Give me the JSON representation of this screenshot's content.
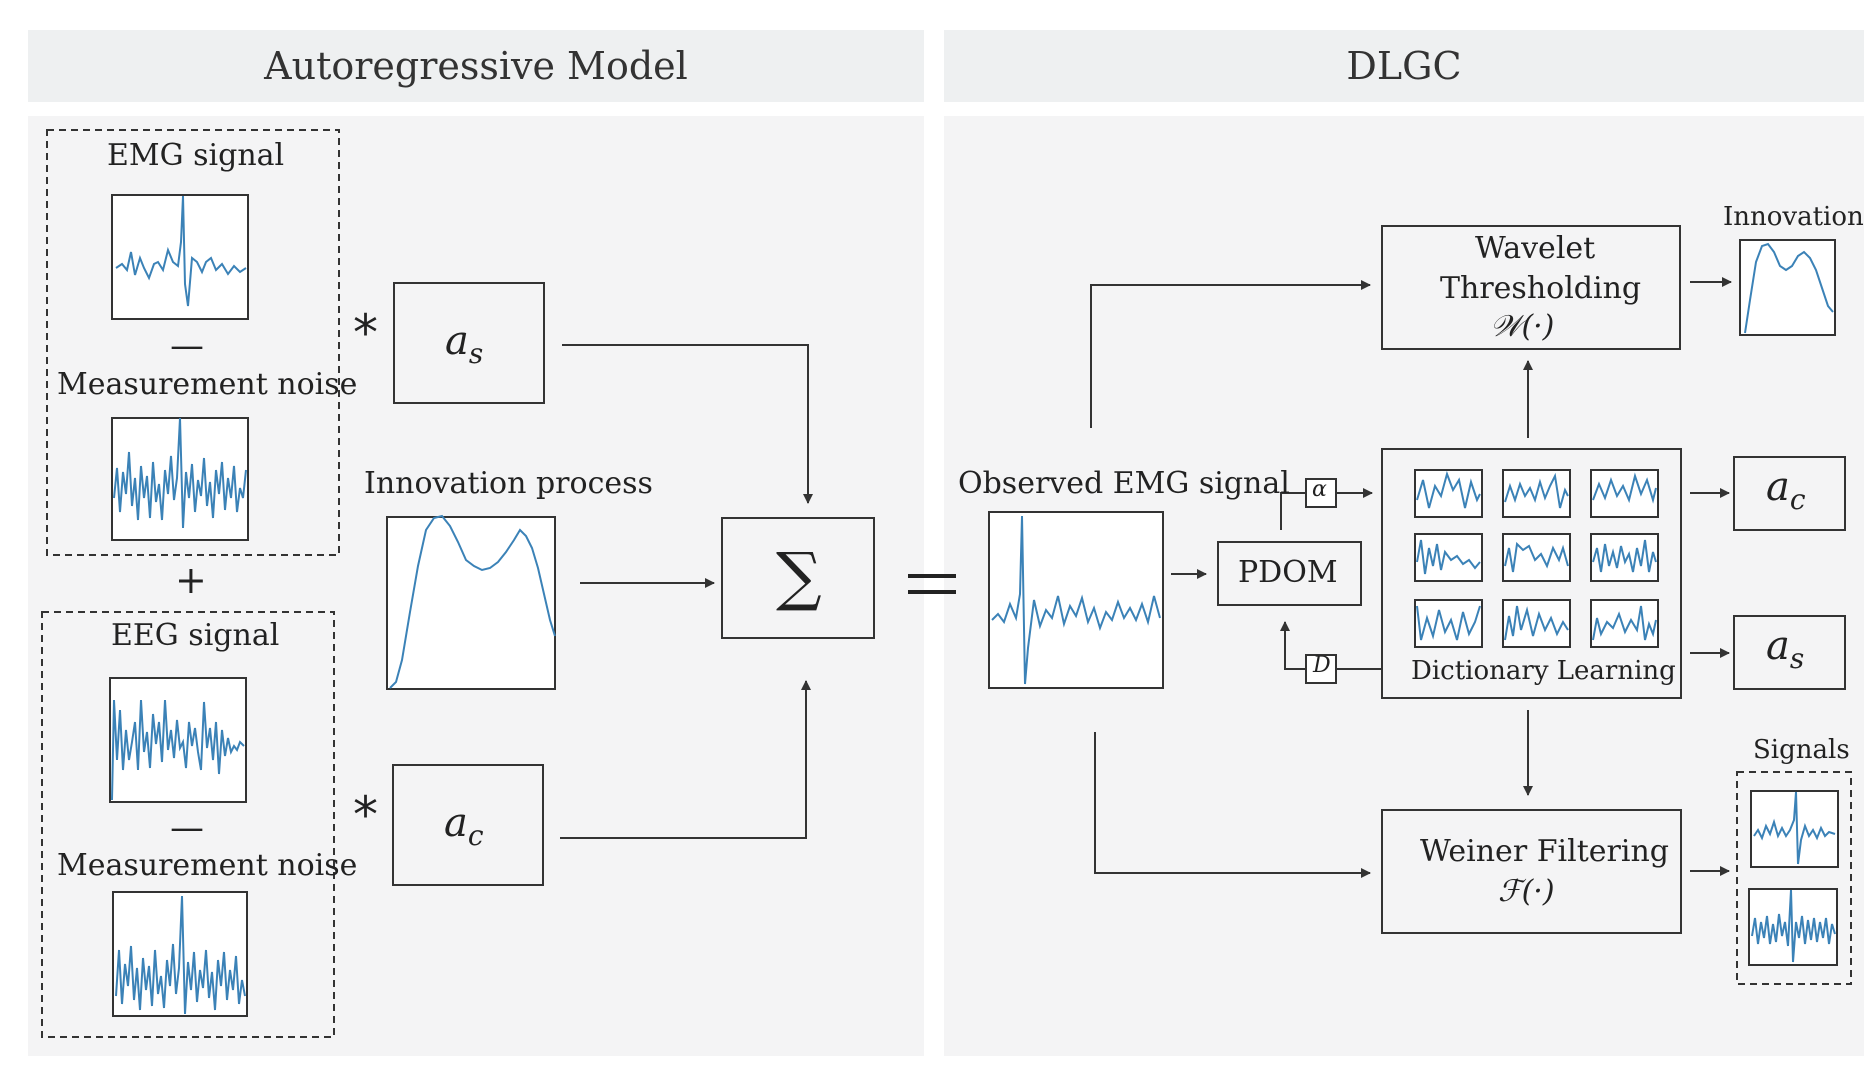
{
  "left_header": "Autoregressive Model",
  "right_header": "DLGC",
  "emg_signal": "EMG signal",
  "minus": "—",
  "measurement_noise_1": "Measurement noise",
  "plus": "+",
  "eeg_signal": "EEG signal",
  "measurement_noise_2": "Measurement noise",
  "star": "*",
  "a_s_symbol": "as",
  "a_c_symbol": "ac",
  "innovation_process": "Innovation process",
  "sum_symbol": "∑",
  "equals": "=",
  "observed_emg": "Observed EMG signal",
  "pdom": "PDOM",
  "alpha": "α",
  "d_label": "D",
  "wavelet_line1": "Wavelet",
  "wavelet_line2": "Thresholding",
  "wavelet_fn": "𝒲(·)",
  "innovation": "Innovation",
  "dictionary_learning": "Dictionary Learning",
  "weiner_line1": "Weiner Filtering",
  "weiner_fn": "ℱ(·)",
  "signals": "Signals",
  "colors": {
    "signal": "#3b82b7",
    "panel": "#f4f4f5"
  }
}
